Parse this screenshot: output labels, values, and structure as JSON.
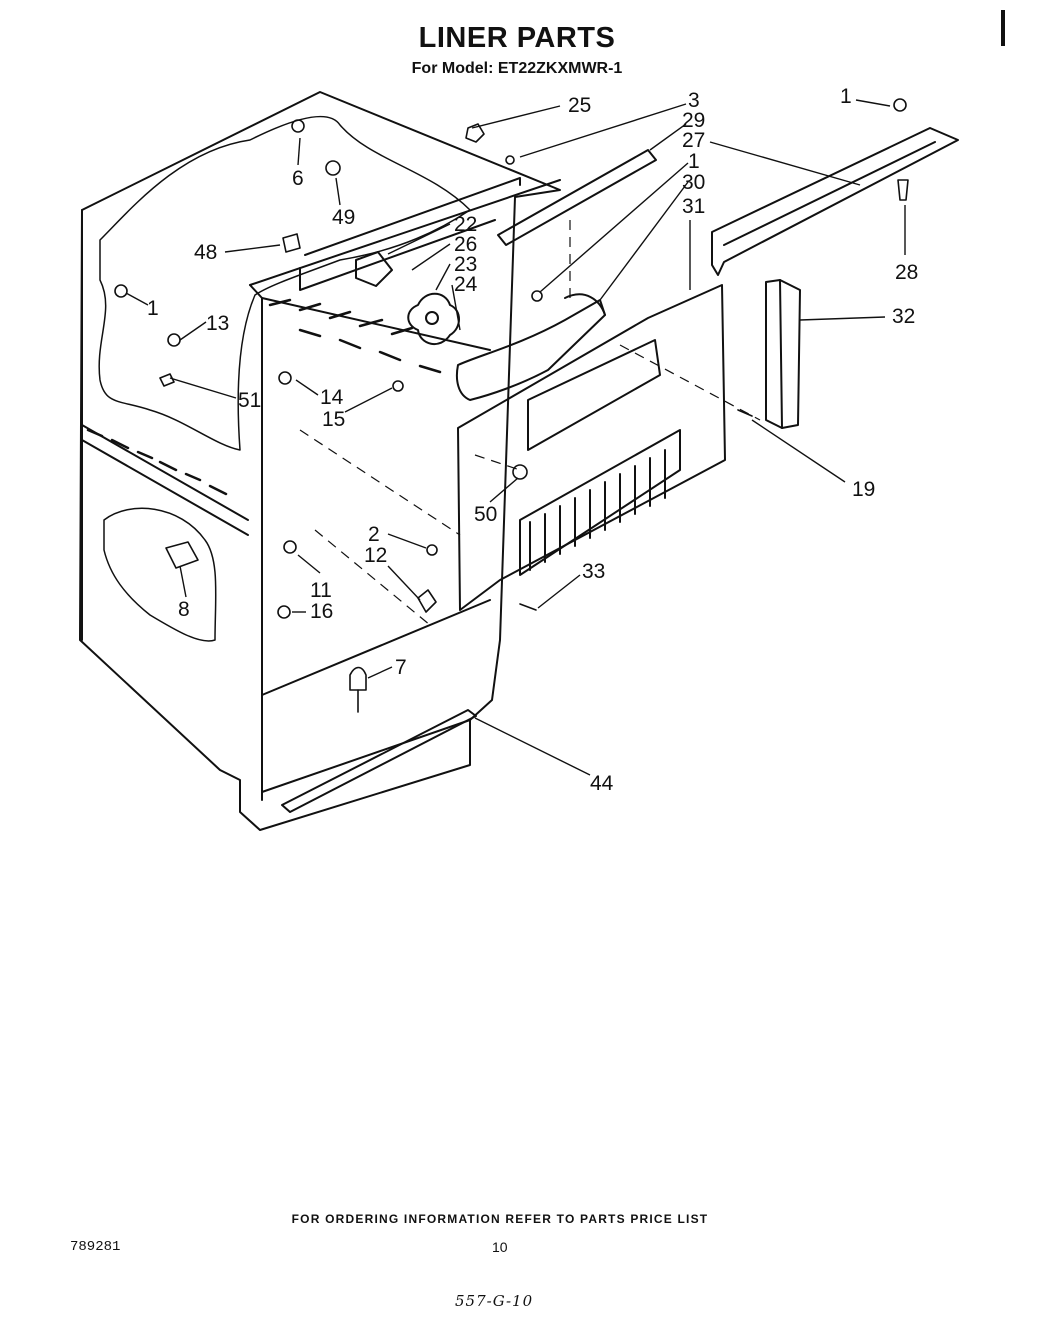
{
  "header": {
    "title": "LINER PARTS",
    "model_line": "For Model: ET22ZKXMWR-1"
  },
  "callouts": [
    "25",
    "3",
    "29",
    "27",
    "1",
    "30",
    "31",
    "1",
    "22",
    "26",
    "23",
    "24",
    "6",
    "49",
    "48",
    "1",
    "13",
    "51",
    "14",
    "15",
    "28",
    "32",
    "19",
    "50",
    "2",
    "12",
    "33",
    "11",
    "16",
    "8",
    "7",
    "44"
  ],
  "footer": {
    "ordering_note": "FOR ORDERING INFORMATION REFER TO PARTS PRICE LIST",
    "doc_number": "789281",
    "page_number": "10",
    "handwritten_code": "557-G-10"
  }
}
